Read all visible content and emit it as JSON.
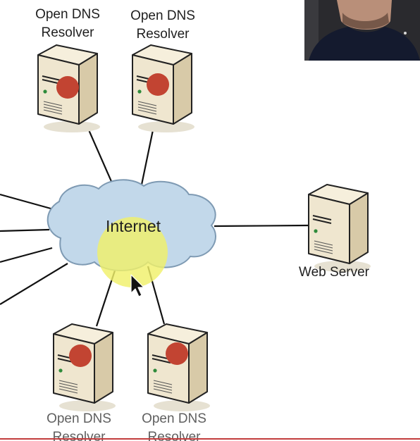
{
  "diagram": {
    "cloud_label": "Internet",
    "resolver_label": "Open DNS\nResolver",
    "web_server_label": "Web Server",
    "colors": {
      "cloud_fill": "#c2d8ea",
      "cloud_stroke": "#7e9ab3",
      "server_body": "#efe6cf",
      "server_side": "#d8caa8",
      "red_dot": "#c24432",
      "highlight": "#f0f06a",
      "link": "#111111"
    }
  },
  "webcam": {
    "icon": "presenter-video-icon"
  }
}
